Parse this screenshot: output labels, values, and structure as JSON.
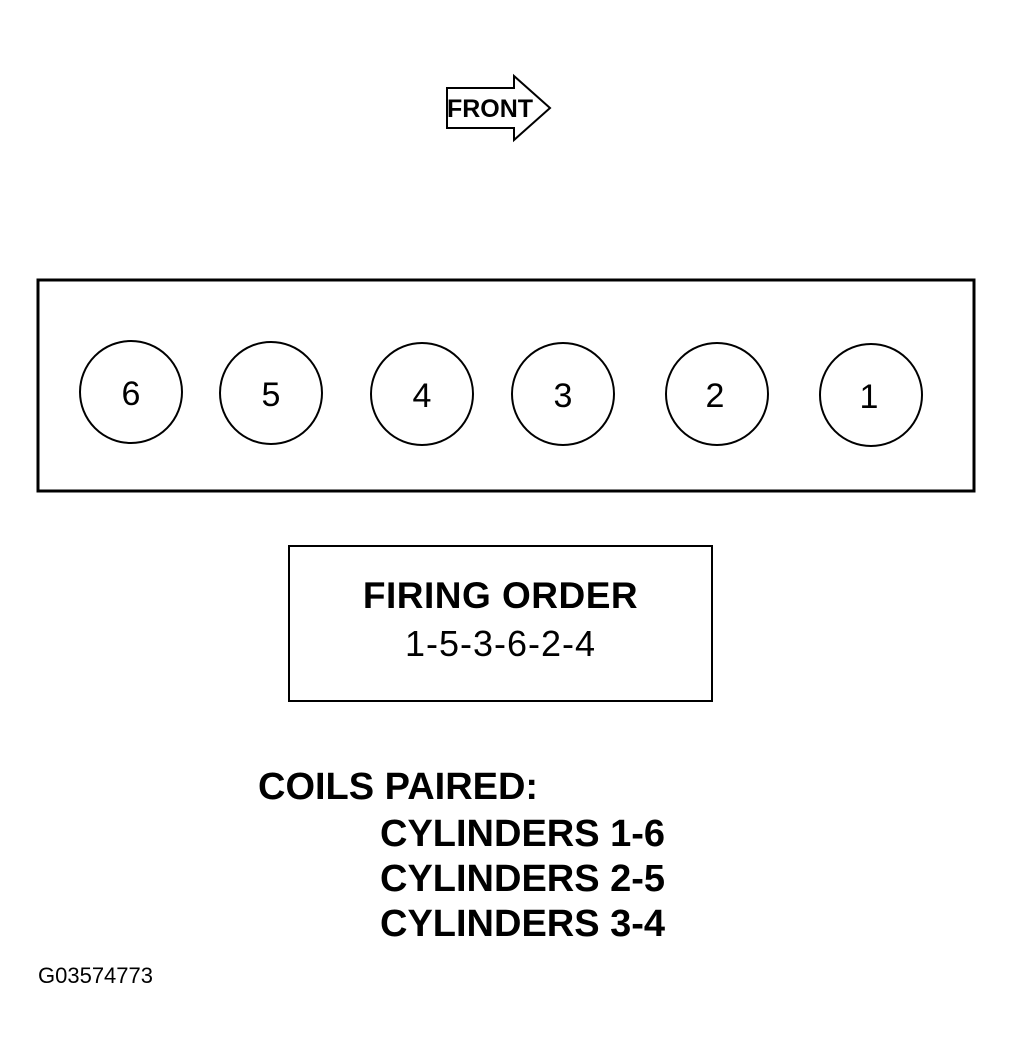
{
  "front_arrow": {
    "label": "FRONT"
  },
  "cylinders": [
    {
      "label": "6"
    },
    {
      "label": "5"
    },
    {
      "label": "4"
    },
    {
      "label": "3"
    },
    {
      "label": "2"
    },
    {
      "label": "1"
    }
  ],
  "firing_order": {
    "title": "FIRING ORDER",
    "sequence": "1-5-3-6-2-4"
  },
  "coils_paired": {
    "heading": "COILS PAIRED:",
    "pairs": [
      "CYLINDERS 1-6",
      "CYLINDERS 2-5",
      "CYLINDERS 3-4"
    ]
  },
  "figure_id": "G03574773"
}
